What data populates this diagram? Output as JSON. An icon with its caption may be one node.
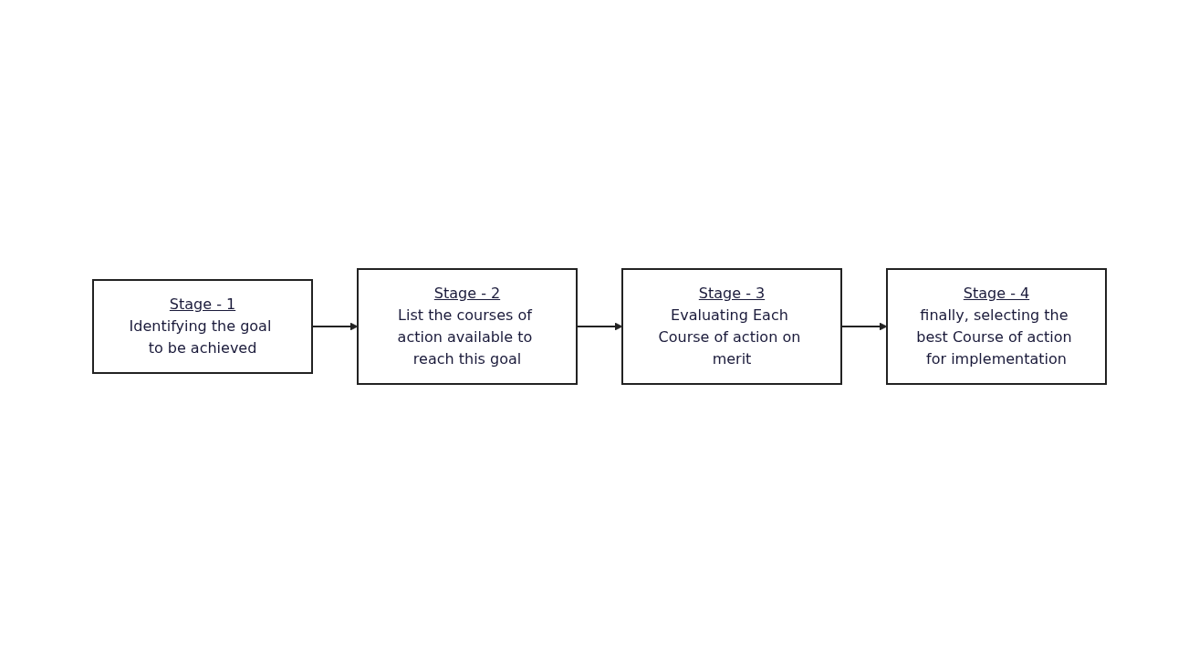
{
  "diagram": {
    "nodes": [
      {
        "text": [
          "Stage - 1",
          "Identifying the goal to be achieved"
        ]
      },
      {
        "text": [
          "Stage - 2",
          "List the courses of action available to reach this goal"
        ]
      },
      {
        "text": [
          "Stage - 3",
          "Evaluating Each Course of action on merit"
        ]
      },
      {
        "text": [
          "Stage - 4",
          "finally, selecting the best Course of action for implementation"
        ]
      }
    ],
    "edges": [
      {
        "from": 0,
        "to": 1,
        "arrow": "to"
      },
      {
        "from": 1,
        "to": 2,
        "arrow": "to"
      },
      {
        "from": 2,
        "to": 3,
        "arrow": "to"
      }
    ]
  }
}
